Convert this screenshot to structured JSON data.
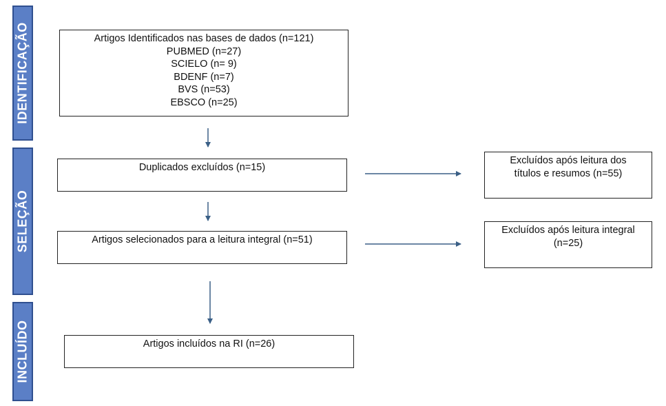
{
  "stages": {
    "identification": "IDENTIFICAÇÃO",
    "selection": "SELEÇÃO",
    "included": "INCLUÍDO"
  },
  "boxes": {
    "identified": {
      "lines": [
        "Artigos Identificados nas bases de dados (n=121)",
        "PUBMED (n=27)",
        "SCIELO (n= 9)",
        "BDENF (n=7)",
        "BVS (n=53)",
        "EBSCO (n=25)"
      ]
    },
    "duplicates": {
      "lines": [
        "Duplicados excluídos (n=15)"
      ]
    },
    "excluded_titles": {
      "lines": [
        "Excluídos após leitura dos",
        "títulos e resumos  (n=55)"
      ]
    },
    "selected_full": {
      "lines": [
        "Artigos selecionados para a leitura integral (n=51)"
      ]
    },
    "excluded_full": {
      "lines": [
        "Excluídos após leitura integral",
        "(n=25)"
      ]
    },
    "included": {
      "lines": [
        "Artigos incluídos na RI (n=26)"
      ]
    }
  },
  "colors": {
    "stage_fill": "#5b7fc6",
    "stage_border": "#2f4f8f",
    "arrow": "#3a5f86"
  }
}
